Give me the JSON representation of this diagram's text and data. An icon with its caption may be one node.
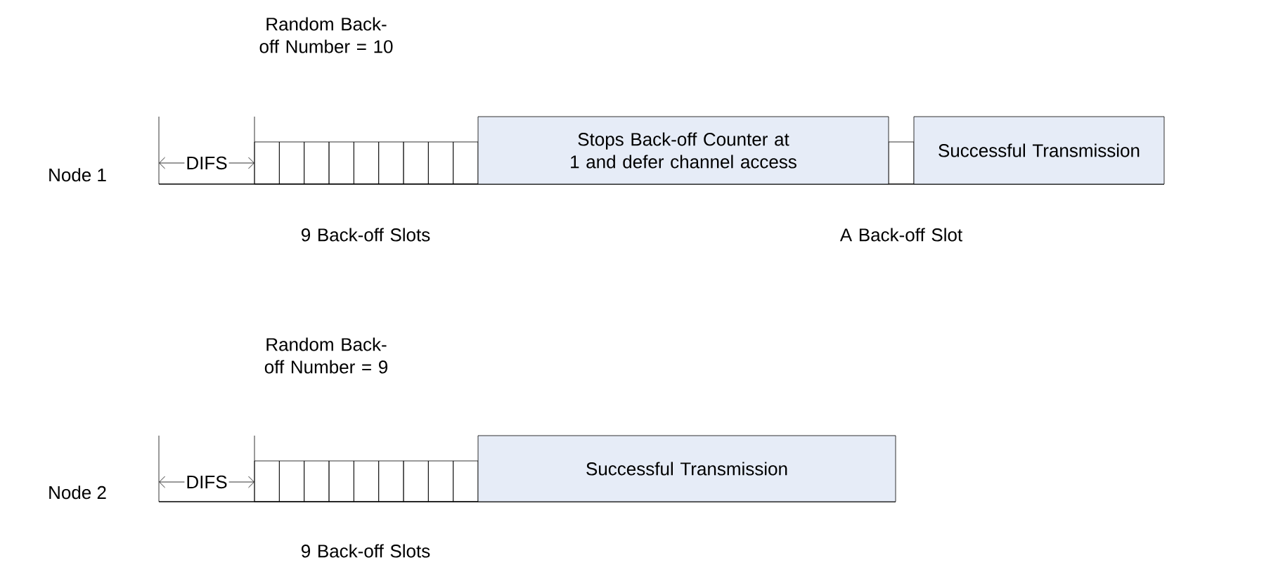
{
  "diagram": {
    "nodes": [
      {
        "text": [
          "Stops Back-off Counter at 1 and defer channel access"
        ]
      },
      {
        "text": [
          "Successful Transmission"
        ]
      },
      {
        "text": [
          "Successful Transmission"
        ]
      }
    ],
    "labels": [
      "Random Back-off Number = 10",
      "DIFS",
      "Node 1",
      "9 Back-off Slots",
      "A Back-off Slot",
      "Random Back-off Number = 9",
      "DIFS",
      "Node 2",
      "9 Back-off Slots"
    ]
  }
}
